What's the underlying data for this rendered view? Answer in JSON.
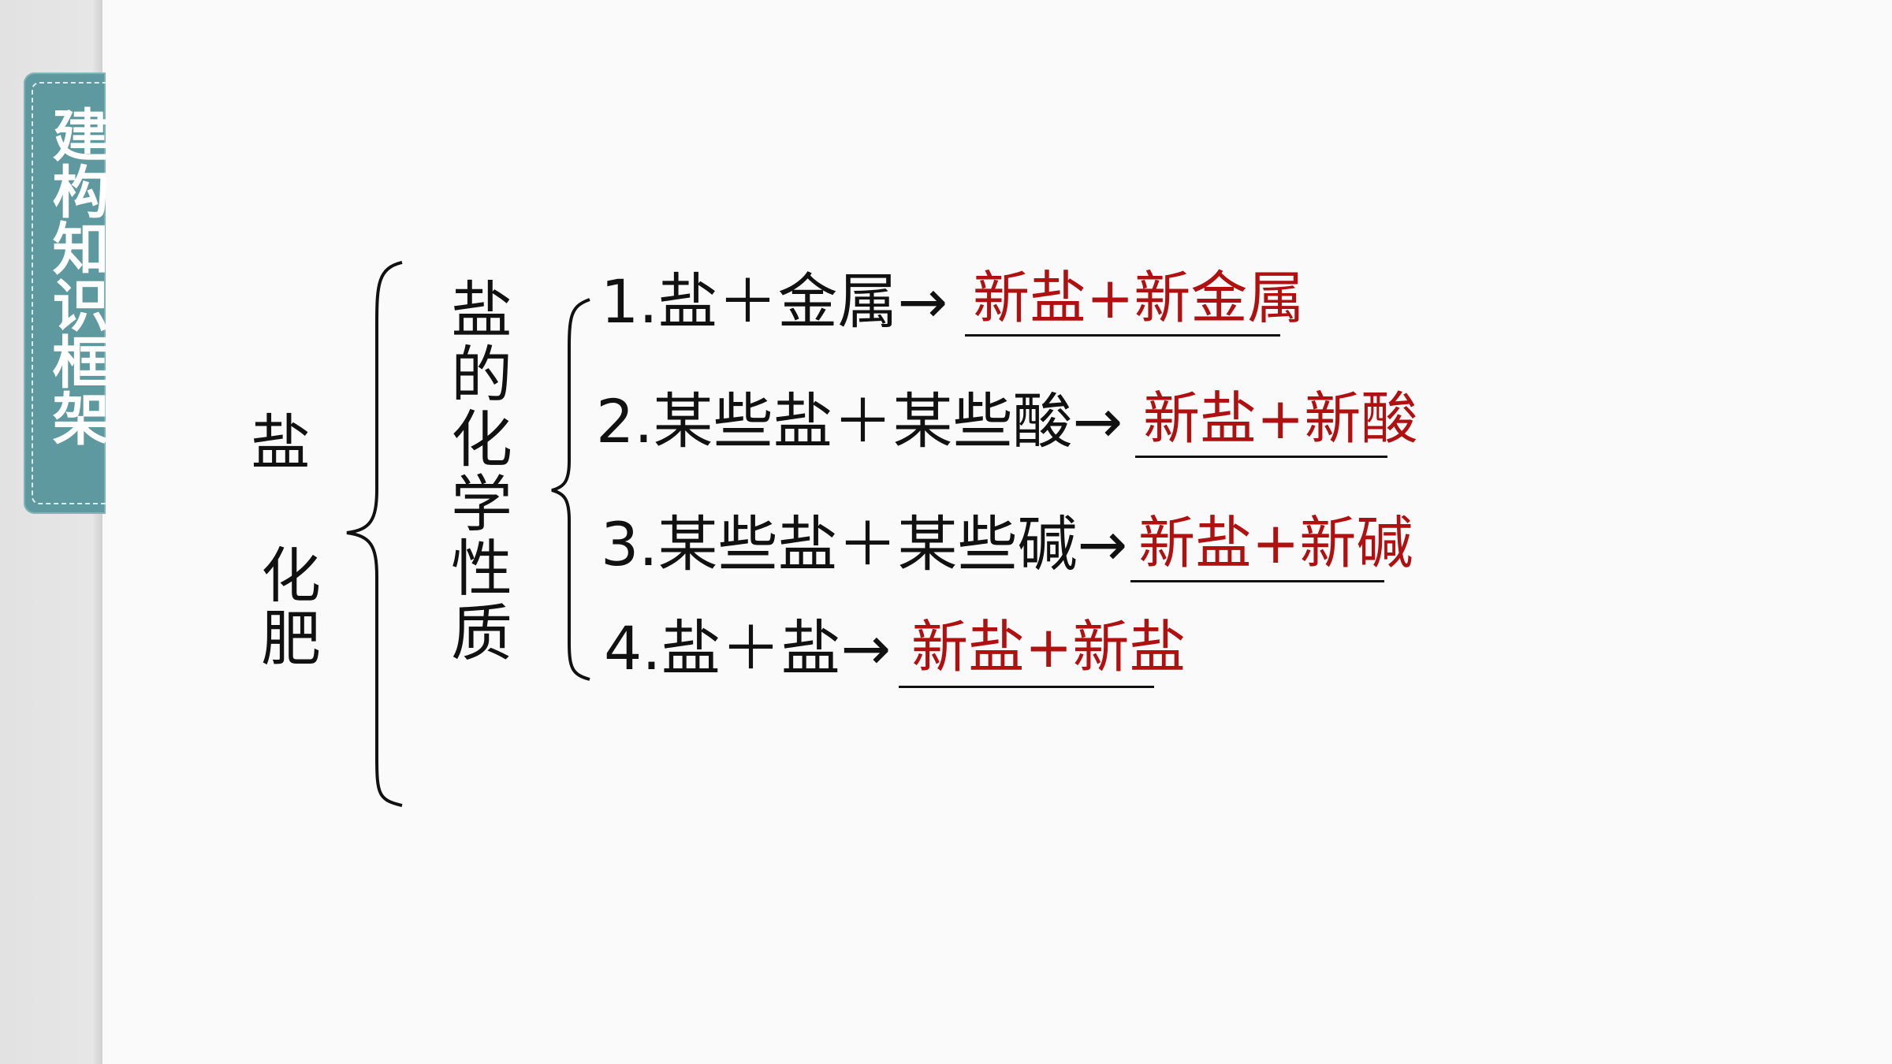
{
  "side_tab": {
    "label": "建构知识框架"
  },
  "topic": {
    "salt": "盐",
    "fertilizer": "化肥"
  },
  "branch": {
    "label": "盐的化学性质"
  },
  "items": [
    {
      "question": "1.盐＋金属→",
      "answer": "新盐+新金属"
    },
    {
      "question": "2.某些盐＋某些酸→",
      "answer": "新盐+新酸"
    },
    {
      "question": "3.某些盐＋某些碱→",
      "answer": "新盐+新碱"
    },
    {
      "question": "4.盐＋盐→",
      "answer": "新盐+新盐"
    }
  ],
  "colors": {
    "tab": "#5f99a0",
    "answer": "#b01010",
    "text": "#111111"
  }
}
